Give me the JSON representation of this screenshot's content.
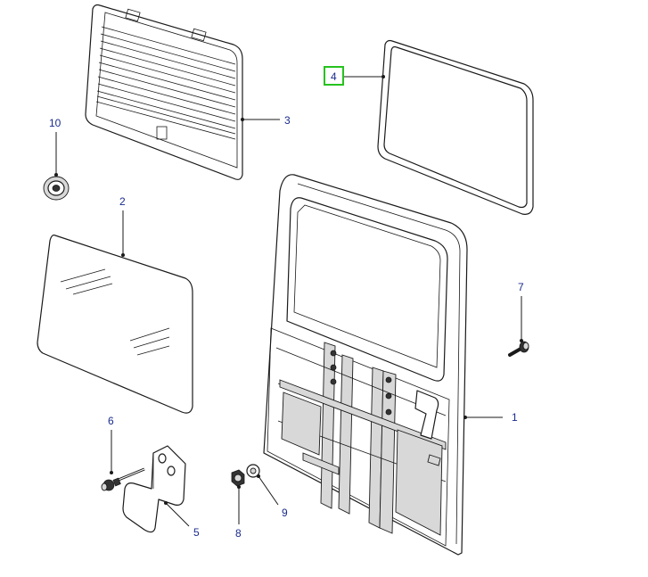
{
  "diagram": {
    "type": "exploded-parts-view",
    "highlighted_part": "4",
    "highlight_color": "#27c21e",
    "callout_color": "#1a2b8c",
    "callouts": [
      {
        "id": "1",
        "label": "1"
      },
      {
        "id": "2",
        "label": "2"
      },
      {
        "id": "3",
        "label": "3"
      },
      {
        "id": "4",
        "label": "4"
      },
      {
        "id": "5",
        "label": "5"
      },
      {
        "id": "6",
        "label": "6"
      },
      {
        "id": "7",
        "label": "7"
      },
      {
        "id": "8",
        "label": "8"
      },
      {
        "id": "9",
        "label": "9"
      },
      {
        "id": "10",
        "label": "10"
      }
    ]
  }
}
